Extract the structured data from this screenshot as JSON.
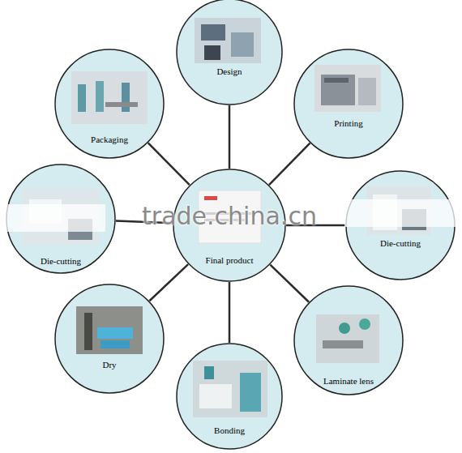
{
  "diagram": {
    "nodes": [
      {
        "text": [
          "Design"
        ]
      },
      {
        "text": [
          "Packaging"
        ]
      },
      {
        "text": [
          "Printing"
        ]
      },
      {
        "text": [
          "Die-cutting"
        ]
      },
      {
        "text": [
          "Final product"
        ]
      },
      {
        "text": [
          "Die-cutting"
        ]
      },
      {
        "text": [
          "Dry"
        ]
      },
      {
        "text": [
          "Laminate lens"
        ]
      },
      {
        "text": [
          "Bonding"
        ]
      }
    ],
    "edges": [
      {
        "from": 4,
        "to": 0,
        "arrow": "none"
      },
      {
        "from": 4,
        "to": 2,
        "arrow": "none"
      },
      {
        "from": 4,
        "to": 5,
        "arrow": "none"
      },
      {
        "from": 4,
        "to": 7,
        "arrow": "none"
      },
      {
        "from": 4,
        "to": 8,
        "arrow": "none"
      },
      {
        "from": 4,
        "to": 6,
        "arrow": "none"
      },
      {
        "from": 4,
        "to": 3,
        "arrow": "none"
      },
      {
        "from": 4,
        "to": 1,
        "arrow": "none"
      }
    ],
    "labels": [
      "trade.china.cn"
    ]
  }
}
